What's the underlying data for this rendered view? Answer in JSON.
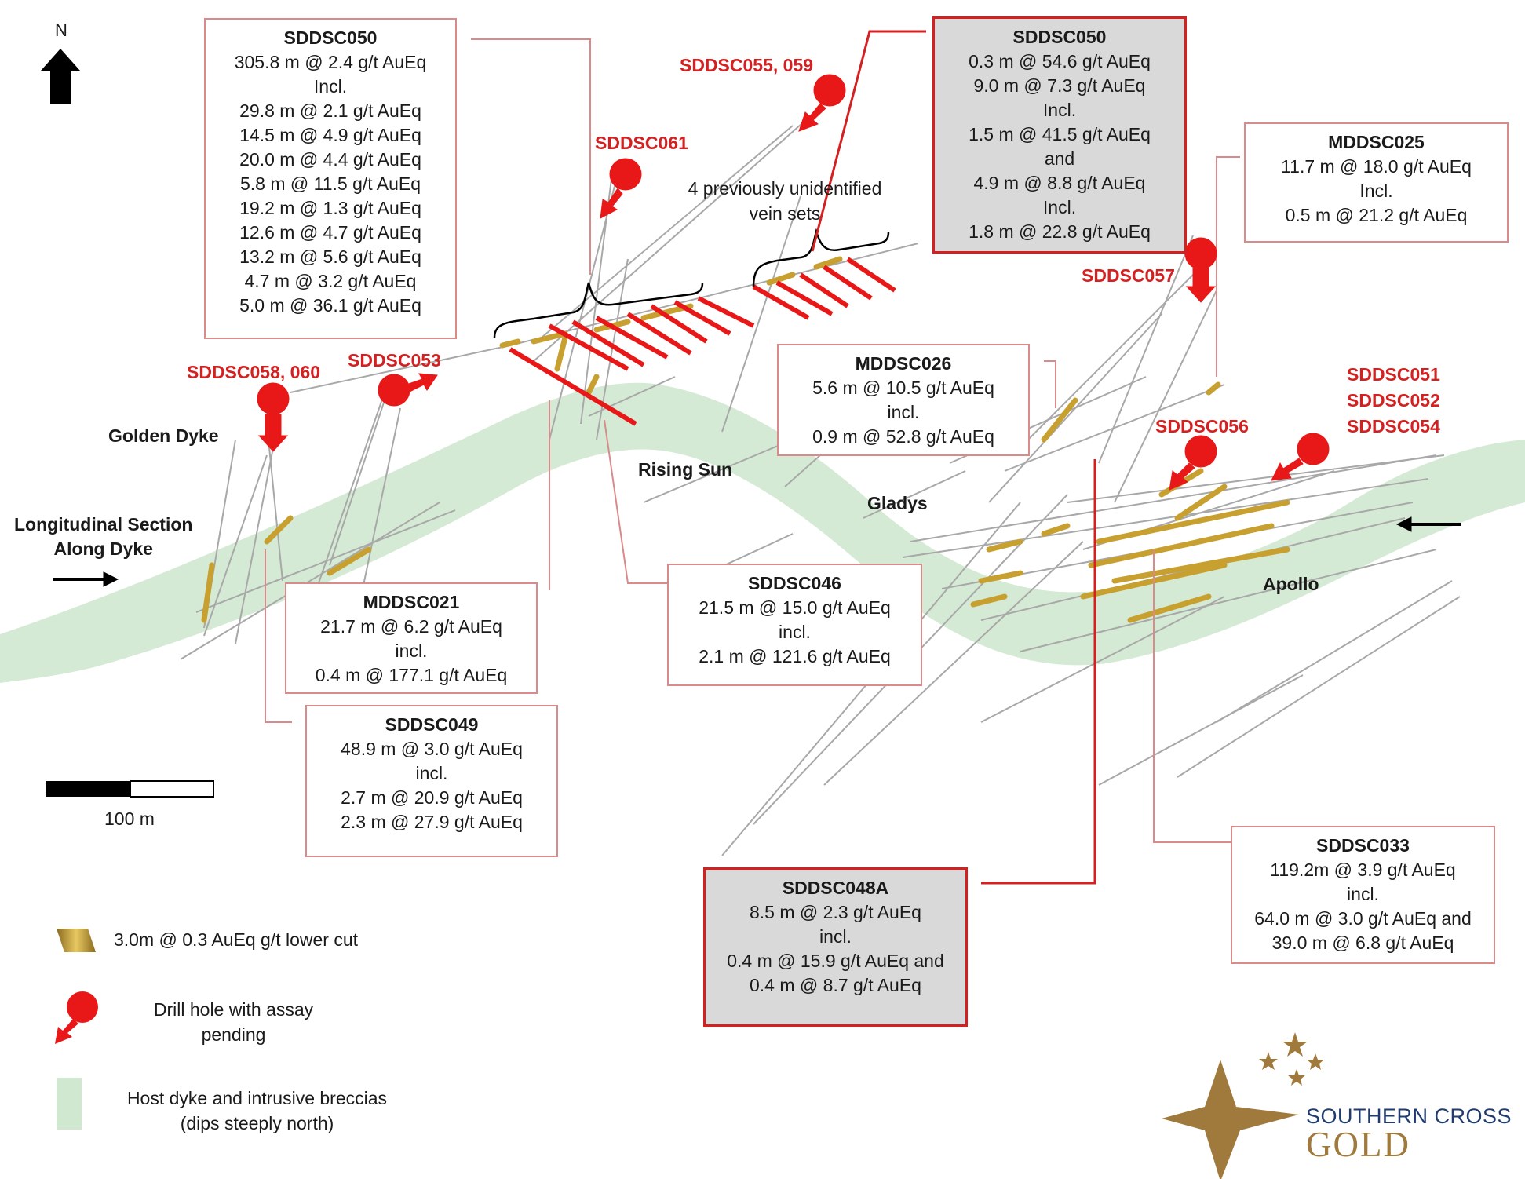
{
  "north_label": "N",
  "scale_label": "100 m",
  "section_label": [
    "Longitudinal Section",
    "Along Dyke"
  ],
  "prospects": {
    "golden_dyke": "Golden Dyke",
    "rising_sun": "Rising Sun",
    "gladys": "Gladys",
    "apollo": "Apollo"
  },
  "vein_note": [
    "4 previously unidentified",
    "vein sets"
  ],
  "pending_holes": {
    "sddsc058_060": "SDDSC058, 060",
    "sddsc053": "SDDSC053",
    "sddsc061": "SDDSC061",
    "sddsc055_059": "SDDSC055, 059",
    "sddsc057": "SDDSC057",
    "sddsc056": "SDDSC056",
    "sddsc051": "SDDSC051",
    "sddsc052": "SDDSC052",
    "sddsc054": "SDDSC054"
  },
  "intercepts": {
    "sddsc050_left": {
      "title": "SDDSC050",
      "lines": [
        "305.8 m @ 2.4 g/t AuEq",
        "Incl.",
        "29.8 m @ 2.1 g/t AuEq",
        "14.5 m @ 4.9 g/t AuEq",
        "20.0 m @ 4.4 g/t AuEq",
        "5.8 m @ 11.5 g/t AuEq",
        "19.2 m @ 1.3 g/t AuEq",
        "12.6 m @ 4.7 g/t AuEq",
        "13.2 m @ 5.6 g/t AuEq",
        "4.7 m @ 3.2 g/t AuEq",
        "5.0 m @ 36.1 g/t AuEq"
      ]
    },
    "sddsc050_right": {
      "title": "SDDSC050",
      "lines": [
        "0.3 m @ 54.6 g/t AuEq",
        "9.0 m @ 7.3 g/t AuEq",
        "Incl.",
        "1.5 m @ 41.5 g/t AuEq",
        "and",
        "4.9 m @ 8.8 g/t AuEq",
        "Incl.",
        "1.8 m @ 22.8 g/t AuEq"
      ]
    },
    "mddsc025": {
      "title": "MDDSC025",
      "lines": [
        "11.7 m @ 18.0 g/t AuEq",
        "Incl.",
        "0.5 m @ 21.2 g/t AuEq"
      ]
    },
    "mddsc026": {
      "title": "MDDSC026",
      "lines": [
        "5.6 m @ 10.5 g/t AuEq",
        "incl.",
        "0.9 m @ 52.8 g/t AuEq"
      ]
    },
    "mddsc021": {
      "title": "MDDSC021",
      "lines": [
        "21.7 m @ 6.2 g/t AuEq",
        "incl.",
        "0.4 m @ 177.1 g/t AuEq"
      ]
    },
    "sddsc046": {
      "title": "SDDSC046",
      "lines": [
        "21.5 m @ 15.0 g/t AuEq",
        "incl.",
        "2.1 m @ 121.6 g/t AuEq"
      ]
    },
    "sddsc049": {
      "title": "SDDSC049",
      "lines": [
        "48.9 m @ 3.0 g/t AuEq",
        "incl.",
        "2.7 m @ 20.9 g/t AuEq",
        "2.3 m @ 27.9 g/t AuEq"
      ]
    },
    "sddsc048a": {
      "title": "SDDSC048A",
      "lines": [
        "8.5 m @ 2.3 g/t AuEq",
        "incl.",
        "0.4 m @ 15.9 g/t AuEq and",
        "0.4 m @ 8.7 g/t AuEq"
      ]
    },
    "sddsc033": {
      "title": "SDDSC033",
      "lines": [
        "119.2m @ 3.9 g/t AuEq",
        "incl.",
        "64.0 m @ 3.0 g/t AuEq and",
        "39.0 m @ 6.8 g/t AuEq"
      ]
    }
  },
  "legend": {
    "cut": "3.0m @ 0.3 AuEq g/t lower cut",
    "pending": [
      "Drill hole with assay",
      "pending"
    ],
    "dyke": [
      "Host dyke and intrusive breccias",
      "(dips steeply north)"
    ]
  },
  "logo": {
    "top": "SOUTHERN CROSS",
    "bottom": "GOLD"
  },
  "colors": {
    "dyke": "#cfe8cf",
    "pending": "#e81818",
    "callout_border": "#d98a8a",
    "highlight_border": "#d42020",
    "gold": "#c8a030",
    "logo_navy": "#1f3b70",
    "logo_gold": "#a07a3c"
  }
}
